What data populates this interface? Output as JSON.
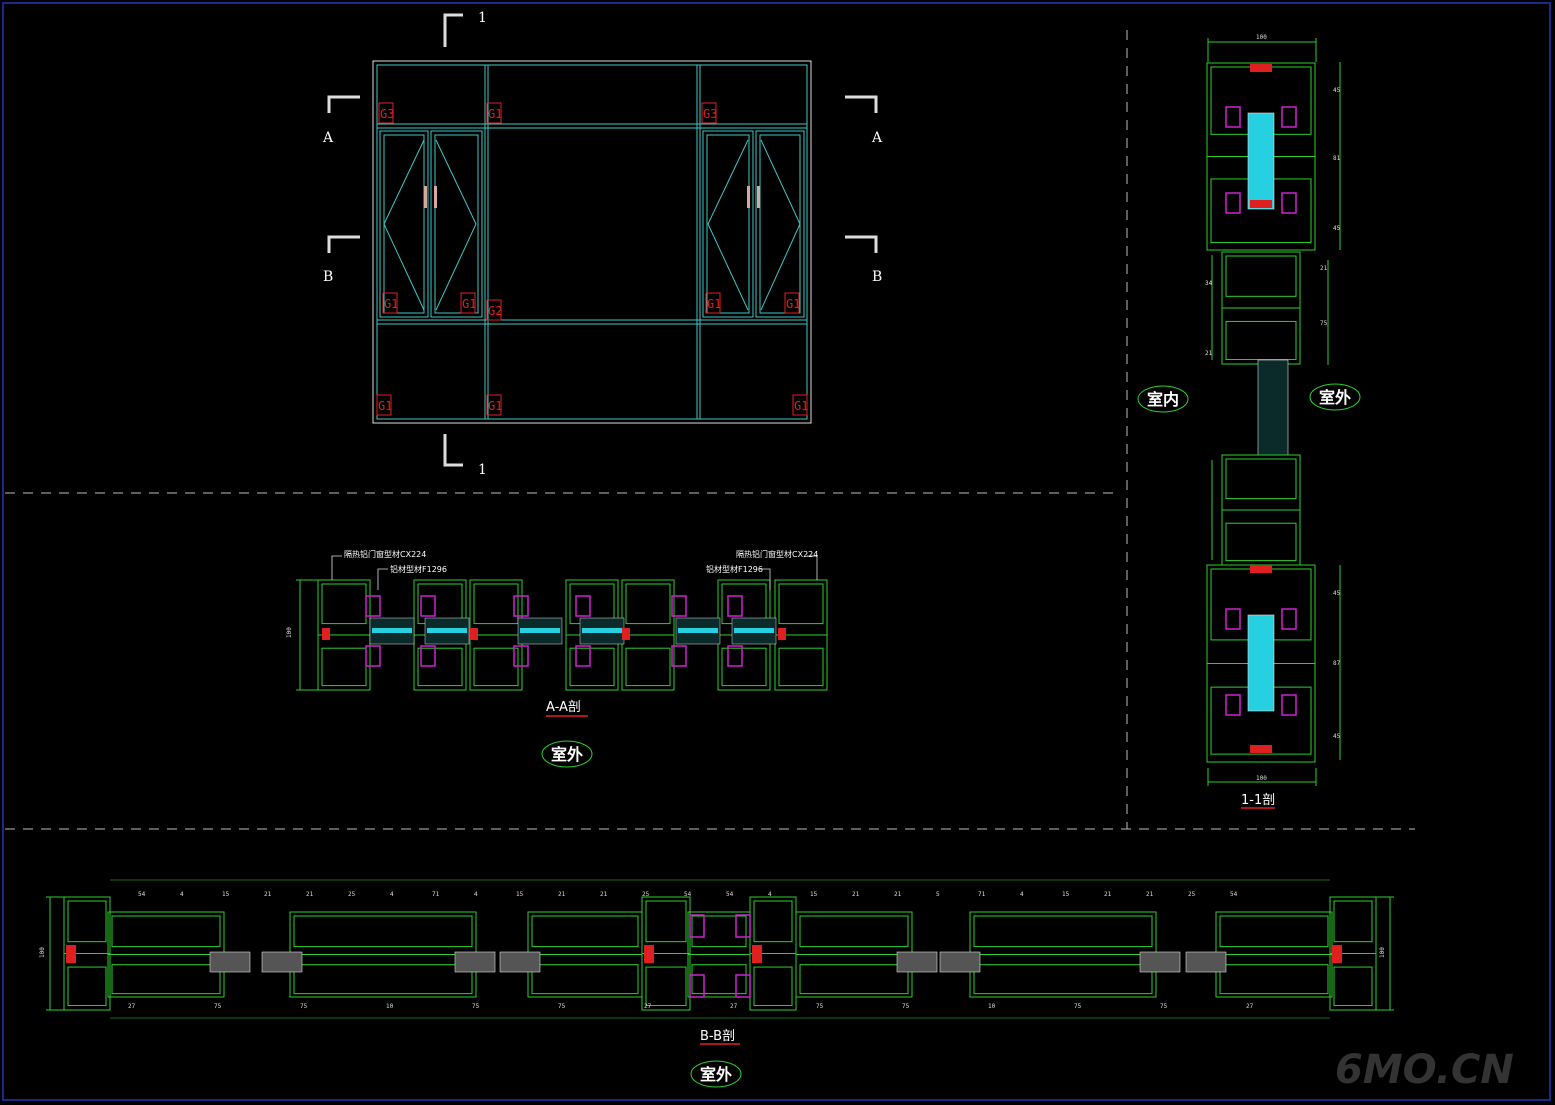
{
  "elevation": {
    "glass_tags": [
      {
        "id": "g-top-left",
        "label": "G3"
      },
      {
        "id": "g-top-mid",
        "label": "G1"
      },
      {
        "id": "g-top-right",
        "label": "G3"
      },
      {
        "id": "g-sash-1",
        "label": "G1"
      },
      {
        "id": "g-sash-2",
        "label": "G1"
      },
      {
        "id": "g-center",
        "label": "G2"
      },
      {
        "id": "g-sash-3",
        "label": "G1"
      },
      {
        "id": "g-sash-4",
        "label": "G1"
      },
      {
        "id": "g-bot-left",
        "label": "G1"
      },
      {
        "id": "g-bot-mid",
        "label": "G1"
      },
      {
        "id": "g-bot-right",
        "label": "G1"
      }
    ],
    "marks": {
      "one_top": "1",
      "one_bottom": "1",
      "a_left": "A",
      "a_right": "A",
      "b_left": "B",
      "b_right": "B"
    }
  },
  "section_aa": {
    "title": "A-A剖",
    "outside": "室外",
    "dim_height": "100",
    "callouts": [
      {
        "id": "left-top",
        "text": "隔热铝门窗型材CX224"
      },
      {
        "id": "left-sub",
        "text": "铝材型材F1296"
      },
      {
        "id": "right-top",
        "text": "隔热铝门窗型材CX224"
      },
      {
        "id": "right-sub",
        "text": "铝材型材F1296"
      }
    ]
  },
  "section_11": {
    "title": "1-1剖",
    "inside": "室内",
    "outside": "室外",
    "dim_top": "100",
    "dim_bottom": "100",
    "vdims_top": [
      "45",
      "81",
      "45"
    ],
    "vdims_mid": [
      "21",
      "34",
      "75",
      "21"
    ],
    "vdims_bot": [
      "45",
      "87",
      "45"
    ]
  },
  "section_bb": {
    "title": "B-B剖",
    "outside": "室外",
    "dim_height": "100",
    "top_dims": [
      "54",
      "4",
      "15",
      "21",
      "21",
      "25",
      "4",
      "71",
      "4",
      "15",
      "21",
      "21",
      "25",
      "54",
      "54",
      "4",
      "15",
      "21",
      "21",
      "5",
      "71",
      "4",
      "15",
      "21",
      "21",
      "25",
      "54"
    ],
    "bottom_dims": [
      "27",
      "75",
      "75",
      "10",
      "75",
      "75",
      "27",
      "27",
      "75",
      "75",
      "10",
      "75",
      "75",
      "27"
    ]
  },
  "watermark": "6MO.CN"
}
